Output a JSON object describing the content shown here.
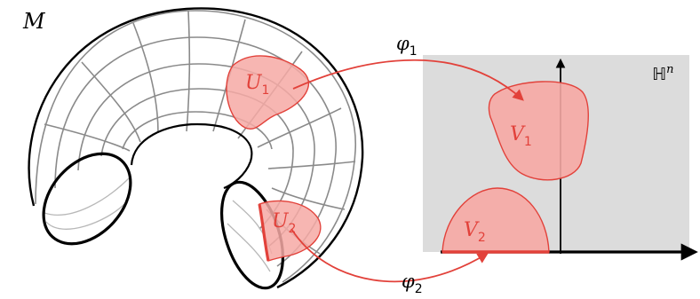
{
  "manifold_label": "M",
  "halfspace_label_base": "ℍ",
  "halfspace_label_sup": "n",
  "charts": [
    {
      "domain_base": "U",
      "domain_sub": "1",
      "image_base": "V",
      "image_sub": "1",
      "map_base": "φ",
      "map_sub": "1"
    },
    {
      "domain_base": "U",
      "domain_sub": "2",
      "image_base": "V",
      "image_sub": "2",
      "map_base": "φ",
      "map_sub": "2"
    }
  ],
  "colors": {
    "region_fill": "#f6a9a4",
    "region_stroke": "#e2413a",
    "halfspace_fill": "#dcdcdc",
    "mesh": "#8a8a8a",
    "outline": "#000000"
  }
}
